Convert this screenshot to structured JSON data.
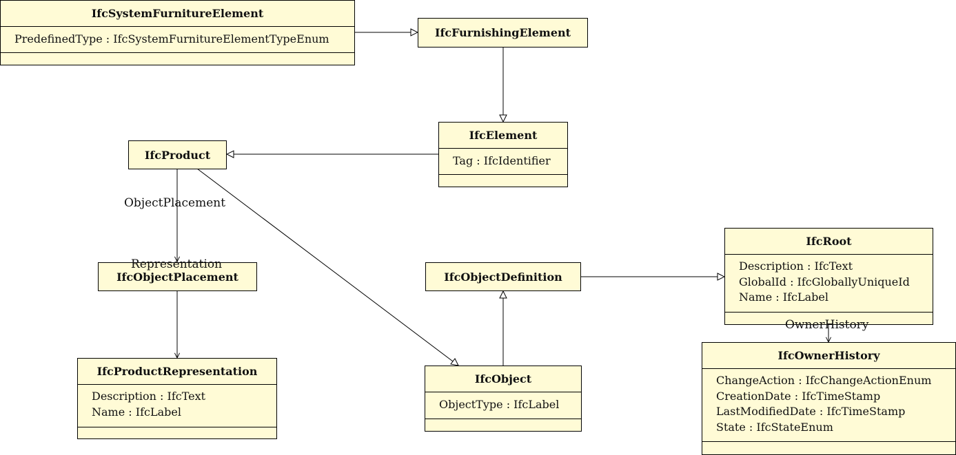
{
  "classes": {
    "system_furniture": {
      "name": "IfcSystemFurnitureElement",
      "attributes": [
        "PredefinedType : IfcSystemFurnitureElementTypeEnum"
      ]
    },
    "furnishing": {
      "name": "IfcFurnishingElement",
      "attributes": []
    },
    "element": {
      "name": "IfcElement",
      "attributes": [
        "Tag : IfcIdentifier"
      ]
    },
    "product": {
      "name": "IfcProduct",
      "attributes": []
    },
    "object_placement": {
      "name": "IfcObjectPlacement",
      "attributes": []
    },
    "product_representation": {
      "name": "IfcProductRepresentation",
      "attributes": [
        "Description : IfcText",
        "Name : IfcLabel"
      ]
    },
    "object_definition": {
      "name": "IfcObjectDefinition",
      "attributes": []
    },
    "object": {
      "name": "IfcObject",
      "attributes": [
        "ObjectType : IfcLabel"
      ]
    },
    "root": {
      "name": "IfcRoot",
      "attributes": [
        "Description : IfcText",
        "GlobalId : IfcGloballyUniqueId",
        "Name : IfcLabel"
      ]
    },
    "owner_history": {
      "name": "IfcOwnerHistory",
      "attributes": [
        "ChangeAction : IfcChangeActionEnum",
        "CreationDate : IfcTimeStamp",
        "LastModifiedDate : IfcTimeStamp",
        "State : IfcStateEnum"
      ]
    }
  },
  "relations": {
    "object_placement": "ObjectPlacement",
    "representation": "Representation",
    "owner_history": "OwnerHistory"
  },
  "colors": {
    "class_fill": "#fffbd6",
    "line": "#000000"
  }
}
